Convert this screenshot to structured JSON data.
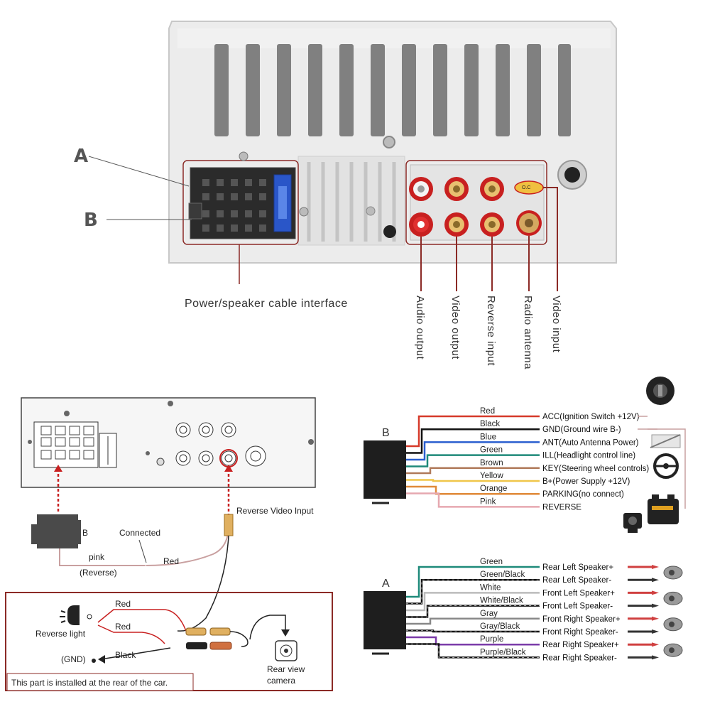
{
  "top_panel": {
    "marker_a": "A",
    "marker_b": "B",
    "power_interface_label": "Power/speaker cable interface",
    "rca_badge": "O.C",
    "port_labels": [
      "Audio output",
      "Video output",
      "Reverse input",
      "Radio antenna",
      "Video input"
    ]
  },
  "bottom_left": {
    "harness_label": "B",
    "reverse_video_input": "Reverse Video Input",
    "connected": "Connected",
    "pink": "pink",
    "reverse": "(Reverse)",
    "red_top": "Red",
    "reverse_light": "Reverse light",
    "red_1": "Red",
    "red_2": "Red",
    "black": "Black",
    "gnd": "(GND)",
    "rear_view_camera_1": "Rear view",
    "rear_view_camera_2": "camera",
    "rear_note": "This part is installed at the rear of the car."
  },
  "harness_b": {
    "label": "B",
    "wires": [
      {
        "color": "Red",
        "function": "ACC(Ignition Switch +12V)",
        "hex": "#d63a2a"
      },
      {
        "color": "Black",
        "function": "GND(Ground wire B-)",
        "hex": "#111111"
      },
      {
        "color": "Blue",
        "function": "ANT(Auto Antenna Power)",
        "hex": "#2a5fcf"
      },
      {
        "color": "Green",
        "function": "ILL(Headlight control line)",
        "hex": "#1e8a7a"
      },
      {
        "color": "Brown",
        "function": "KEY(Steering wheel controls)",
        "hex": "#b07a5a"
      },
      {
        "color": "Yellow",
        "function": "B+(Power Supply +12V)",
        "hex": "#f0c64a"
      },
      {
        "color": "Orange",
        "function": "PARKING(no connect)",
        "hex": "#e08a3a"
      },
      {
        "color": "Pink",
        "function": "REVERSE",
        "hex": "#e6a8b0"
      }
    ]
  },
  "harness_a": {
    "label": "A",
    "wires": [
      {
        "color": "Green",
        "function": "Rear Left Speaker+",
        "hex": "#1e8a7a"
      },
      {
        "color": "Green/Black",
        "function": "Rear Left Speaker-",
        "hex": "#111111"
      },
      {
        "color": "White",
        "function": "Front Left Speaker+",
        "hex": "#bbbbbb"
      },
      {
        "color": "White/Black",
        "function": "Front Left Speaker-",
        "hex": "#111111"
      },
      {
        "color": "Gray",
        "function": "Front Right Speaker+",
        "hex": "#888888"
      },
      {
        "color": "Gray/Black",
        "function": "Front Right Speaker-",
        "hex": "#111111"
      },
      {
        "color": "Purple",
        "function": "Rear Right Speaker+",
        "hex": "#7a3aa8"
      },
      {
        "color": "Purple/Black",
        "function": "Rear Right Speaker-",
        "hex": "#111111"
      }
    ]
  },
  "colors": {
    "panel": "#ededed",
    "vent": "#808080",
    "callout": "#8b2a26",
    "rca_red": "#c82020",
    "rca_gold": "#d9a441"
  }
}
